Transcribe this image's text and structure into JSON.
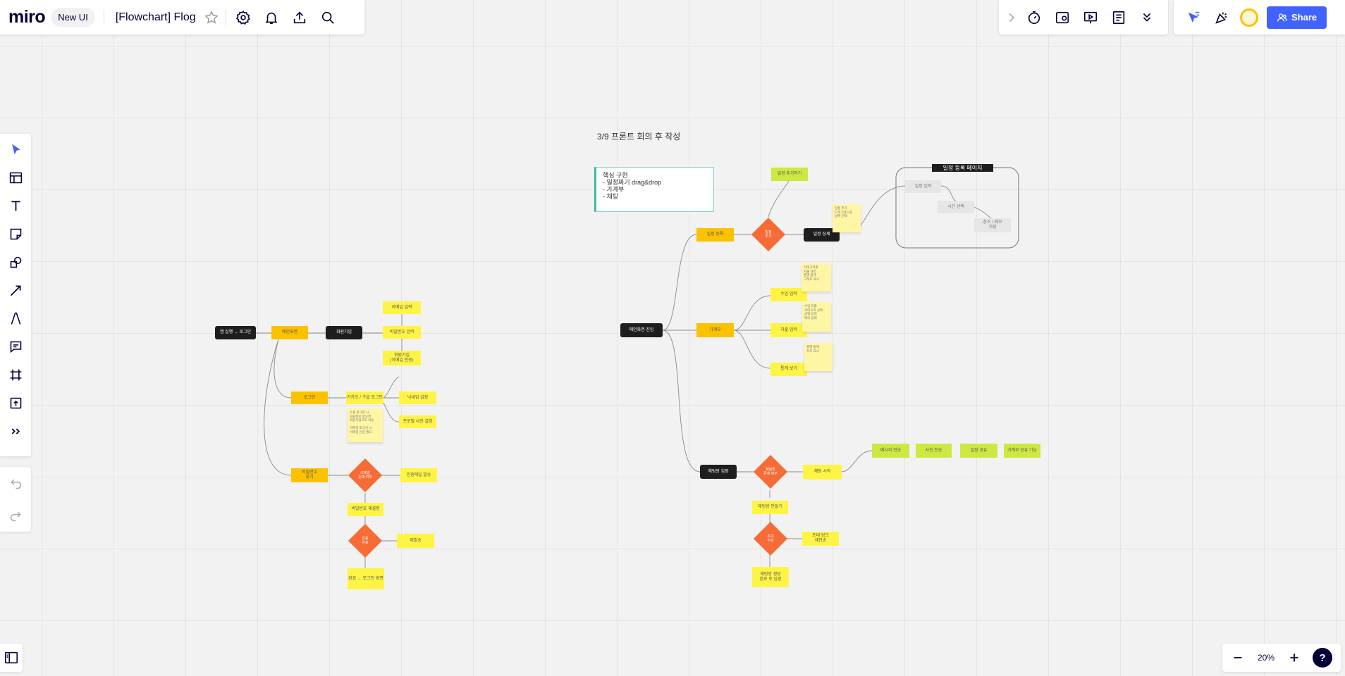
{
  "topbar": {
    "logo": "miro",
    "badge": "New UI",
    "board_title": "[Flowchart] Flog",
    "icons": [
      "star-icon",
      "settings-icon",
      "bell-icon",
      "upload-icon",
      "search-icon"
    ]
  },
  "right_toolbar": {
    "collapse_icon": "chevron-right-icon",
    "icons": [
      "timer-icon",
      "video-icon",
      "present-icon",
      "notes-icon",
      "more-icon"
    ]
  },
  "collab": {
    "share_label": "Share",
    "accent": "#4262ff"
  },
  "left_toolbar": {
    "tools": [
      "select-tool",
      "templates-tool",
      "text-tool",
      "sticky-note-tool",
      "shapes-tool",
      "connection-line-tool",
      "pen-tool",
      "comment-tool",
      "frame-tool",
      "upload-tool",
      "more-tools"
    ],
    "undo": "undo-icon",
    "redo": "redo-icon"
  },
  "zoom": {
    "value": "20%",
    "help": "?"
  },
  "board": {
    "heading": "3/9 프론트 회의 후 작성",
    "note": {
      "title": "핵심 구현",
      "lines": [
        "- 일정짜기 drag&drop",
        "- 가계부",
        "- 채팅"
      ]
    },
    "frame_title": "일정 등록 페이지",
    "labels": {
      "start_left": "앱 실행 → 로그인",
      "left_main": "메인화면",
      "left_dark2": "회원가입",
      "left_y1": "이메일 입력",
      "left_y2": "비밀번호 입력",
      "left_y3": "회원가입\n(이메일 인증)",
      "left_o2": "로그인",
      "left_y4": "카카오 / 구글 로그인",
      "left_y5": "닉네임 설정",
      "left_y6": "프로필 사진 설정",
      "left_sticky1": "소셜 로그인 시\n회원정보 없으면\n회원가입으로 이동\n\n이메일 로그인 시\n이메일 인증 필요",
      "left_o3": "비밀번호\n찾기",
      "left_d1": "이메일\n존재 여부",
      "left_y7": "인증메일 발송",
      "left_y8": "비밀번호 재설정",
      "left_d2": "인증\n완료",
      "left_y9": "재발송",
      "left_y10": "완료 → 로그인 화면",
      "start_mid": "메인화면 진입",
      "mid_o1": "일정 등록",
      "mid_d1": "일정\n추가",
      "mid_dark1": "일정 상세",
      "mid_g1": "일정 추가하기",
      "mid_sticky1": "일정 추가\n드래그앤드롭\n날짜 선택",
      "frame_g1": "일정 입력",
      "frame_g2": "시간 선택",
      "frame_g3": "장소 / 메모\n저장",
      "mid_o2": "가계부",
      "mid_y1": "수입 입력",
      "mid_y2": "지출 입력",
      "mid_y3": "통계 보기",
      "mid_sticky2": "카테고리별\n지출 내역\n월별 합계\n그래프 표시",
      "mid_sticky3": "수입 지출\n카테고리 선택\n금액 입력\n메모 입력",
      "mid_sticky4": "월별 통계\n차트 표시",
      "mid_dark2": "채팅방 입장",
      "mid_d2": "채팅방\n존재 여부",
      "mid_y4": "채팅 시작",
      "mid_g2": "메시지 전송",
      "mid_g3": "사진 전송",
      "mid_g4": "일정 공유",
      "mid_g5": "가계부 공유 기능",
      "mid_y5": "채팅방 만들기",
      "mid_d3": "초대\n수락",
      "mid_y6": "초대 링크\n재전송",
      "mid_y7": "채팅방 생성\n완료 후 입장"
    }
  }
}
